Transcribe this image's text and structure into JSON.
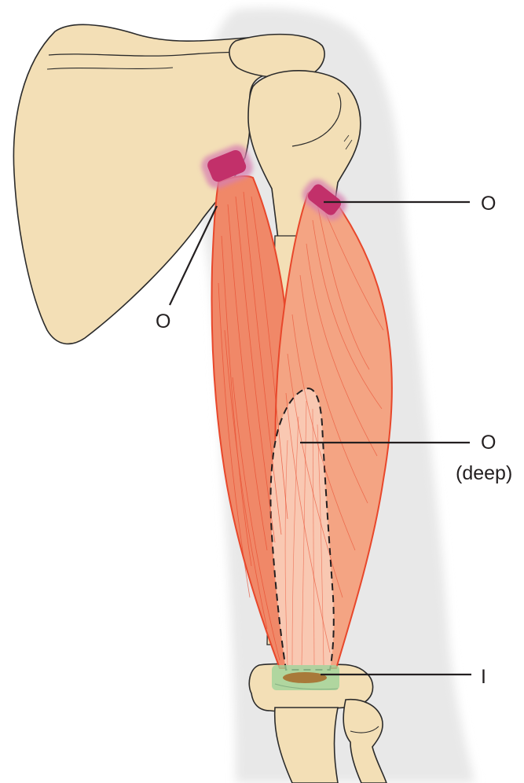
{
  "labels": {
    "origin_right": "O",
    "origin_left": "O",
    "origin_deep": "O",
    "origin_deep_note": "(deep)",
    "insertion": "I"
  },
  "colors": {
    "bone_fill": "#f3dfb6",
    "bone_stroke": "#2b2b2b",
    "skin": "#e6e6e6",
    "muscle_fill": "#f08868",
    "muscle_front_fill": "#f4a483",
    "muscle_stroke": "#e8472b",
    "deep_muscle_fill": "#f9c8b2",
    "origin_marker": "#c2306a",
    "origin_halo": "#d77fb0",
    "insertion_marker": "#a87a3a",
    "insertion_halo": "#9fd39a",
    "leader_line": "#231f20"
  }
}
